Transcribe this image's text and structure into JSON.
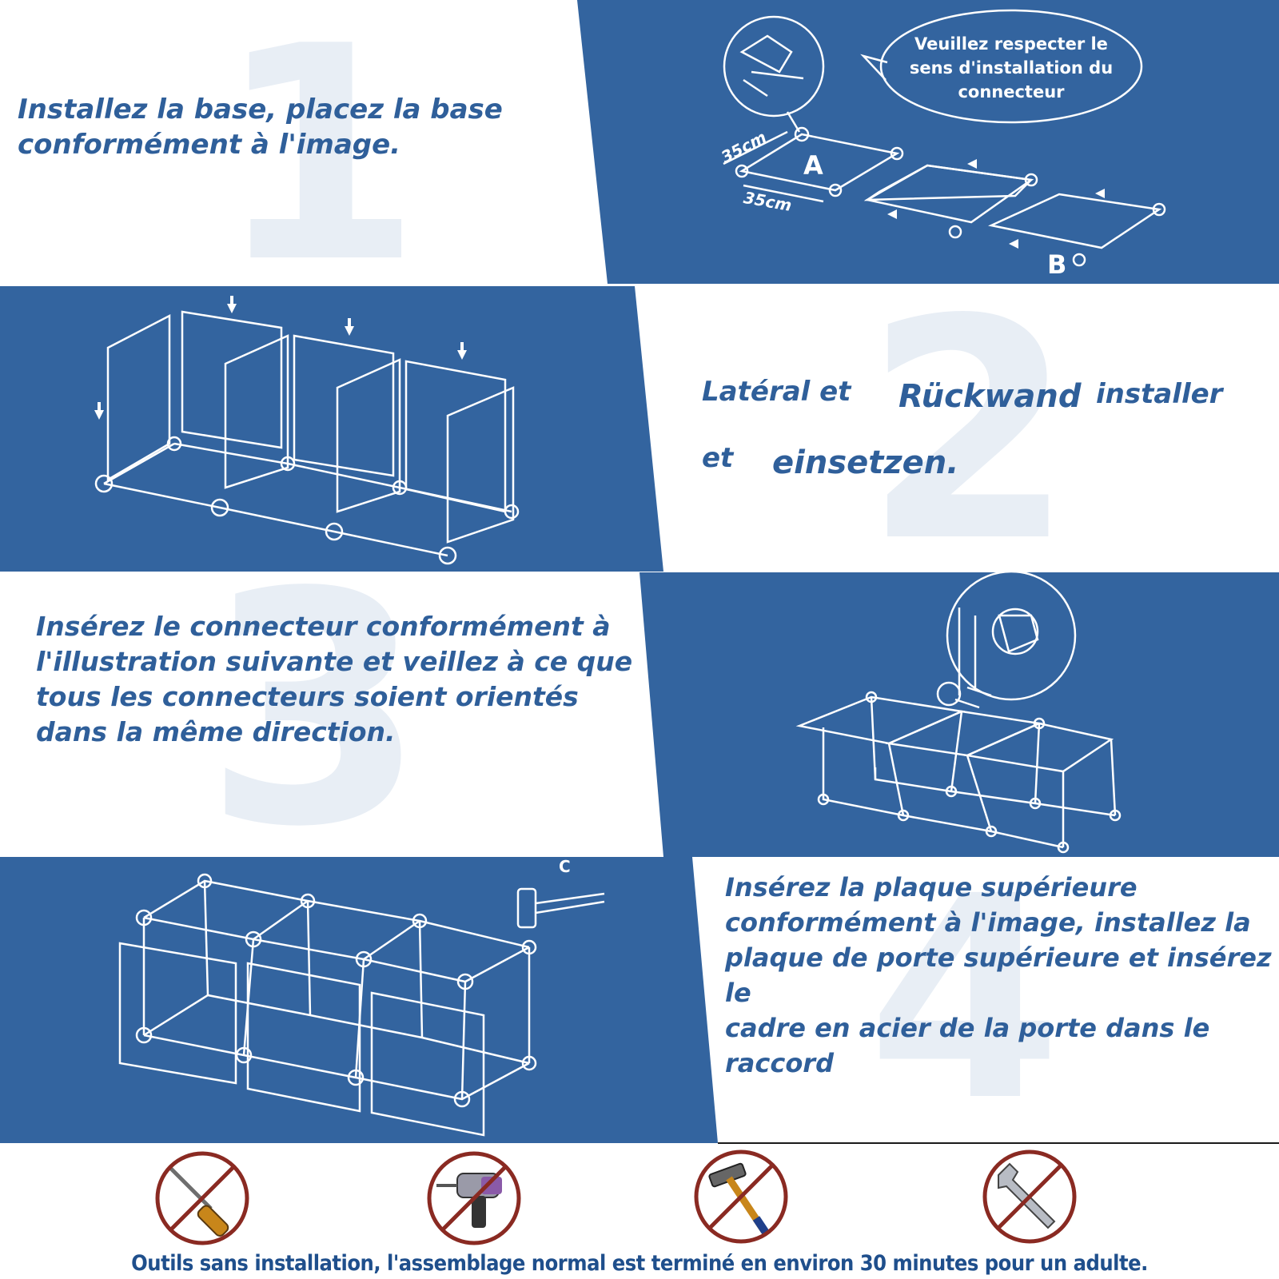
{
  "colors": {
    "blue": "#33649f",
    "text_blue": "#2f5f9a",
    "white": "#ffffff",
    "prohibit_red": "#8a2a22"
  },
  "step1": {
    "number": "1",
    "text_line1": "Installez la base, placez la base",
    "text_line2": "conformément à l'image.",
    "bubble_line1": "Veuillez respecter le",
    "bubble_line2": "sens d'installation du",
    "bubble_line3": "connecteur",
    "dim_a": "35cm",
    "dim_b": "35cm",
    "label_a": "A",
    "label_b": "B"
  },
  "step2": {
    "number": "2",
    "word1": "Latéral et",
    "word2": "Rückwand",
    "word3": "installer",
    "word4": "et",
    "word5": "einsetzen."
  },
  "step3": {
    "number": "3",
    "text_line1": "Insérez le connecteur conformément à",
    "text_line2": "l'illustration suivante et veillez à ce que",
    "text_line3": "tous les connecteurs soient orientés",
    "text_line4": "dans la même direction."
  },
  "step4": {
    "number": "4",
    "label_c": "C",
    "text_line1": "Insérez la plaque supérieure",
    "text_line2": "conformément à l'image, installez la",
    "text_line3": "plaque de porte supérieure et insérez le",
    "text_line4": "cadre en acier de la porte dans le",
    "text_line5": "raccord"
  },
  "tools": [
    {
      "icon": "no-screwdriver-icon"
    },
    {
      "icon": "no-drill-icon"
    },
    {
      "icon": "no-hammer-icon"
    },
    {
      "icon": "no-wrench-icon"
    }
  ],
  "footer": "Outils sans installation, l'assemblage normal est terminé en environ 30 minutes pour un adulte."
}
